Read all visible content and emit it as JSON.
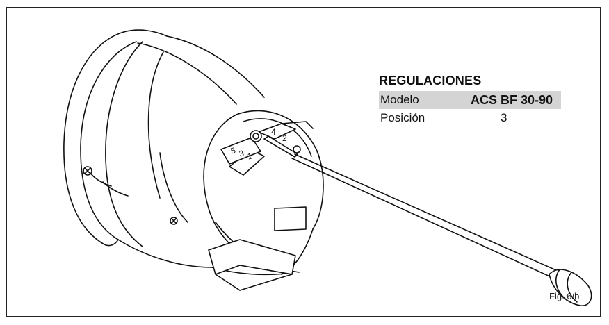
{
  "settings": {
    "title": "REGULACIONES",
    "rows": [
      {
        "label": "Modelo",
        "value": "ACS BF 30-90"
      },
      {
        "label": "Posición",
        "value": "3"
      }
    ]
  },
  "dial_numbers": {
    "top": [
      "4",
      "2"
    ],
    "bottom": [
      "5",
      "3",
      "1"
    ]
  },
  "caption": "Fig. 6/b",
  "colors": {
    "line": "#111111",
    "shade": "#d4d4d4"
  }
}
